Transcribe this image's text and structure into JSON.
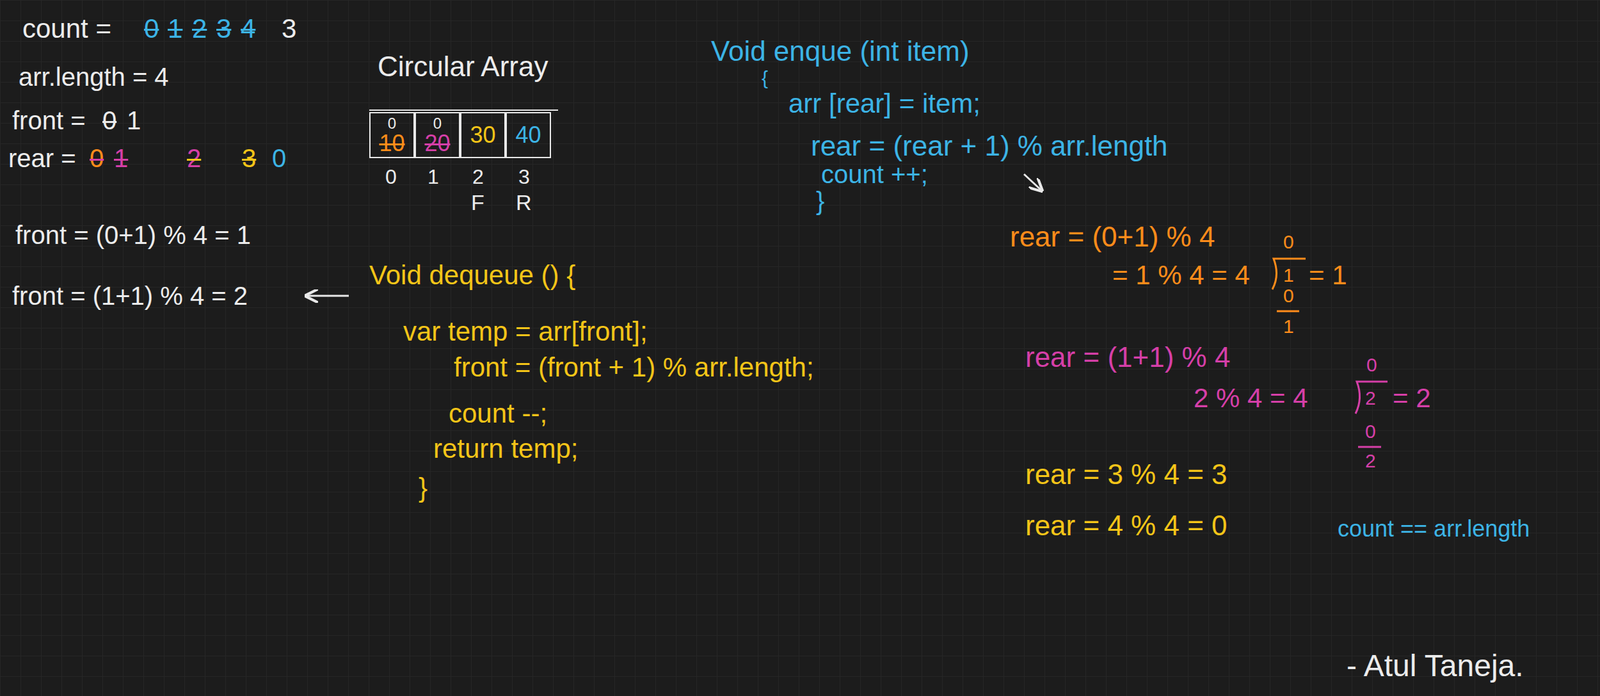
{
  "diagram": {
    "title": "Circular Array",
    "nodes": [
      {
        "text": [
          "0",
          "10"
        ]
      },
      {
        "text": [
          "0",
          "20"
        ]
      },
      {
        "text": [
          "30"
        ]
      },
      {
        "text": [
          "40"
        ]
      }
    ],
    "labels": [
      "count =",
      "0",
      "1",
      "2",
      "3",
      "4",
      "3",
      "arr.length = 4",
      "front =",
      "0",
      "1",
      "rear =",
      "0",
      "1",
      "2",
      "3",
      "0",
      "front = (0+1) % 4 = 1",
      "front = (1+1) % 4 = 2",
      "0",
      "1",
      "2",
      "3",
      "F",
      "R",
      "Void enque (int item)",
      "{",
      "arr [rear] = item;",
      "rear = (rear + 1) % arr.length",
      "count ++;",
      "}",
      "rear = (0+1) % 4",
      "0",
      "= 1 % 4 = 4",
      "1",
      "= 1",
      "0",
      "1",
      "rear = (1+1) % 4",
      "0",
      "2 % 4 = 4",
      "2",
      "= 2",
      "0",
      "2",
      "rear = 3 % 4 = 3",
      "rear = 4 % 4 = 0",
      "count == arr.length",
      "Void dequeue () {",
      "var temp = arr[front];",
      "front = (front + 1) % arr.length;",
      "count --;",
      "return temp;",
      "}",
      "- Atul Taneja."
    ]
  }
}
